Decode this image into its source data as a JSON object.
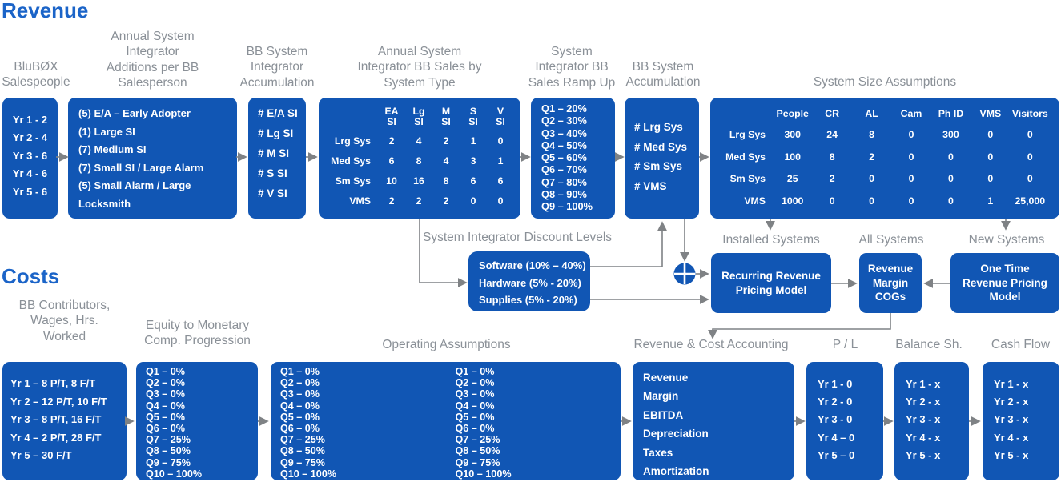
{
  "titles": {
    "revenue": "Revenue",
    "costs": "Costs"
  },
  "colors": {
    "box_blue": "#1156b4",
    "title_blue": "#1b64c8",
    "label_gray": "#8a9097",
    "arrow_gray": "#7f8285"
  },
  "revenue": {
    "salespeople": {
      "label": "BluBØX\nSalespeople",
      "items": [
        "Yr 1 - 2",
        "Yr 2 - 4",
        "Yr 3 - 6",
        "Yr 4 - 6",
        "Yr 5 - 6"
      ]
    },
    "si_additions": {
      "label": "Annual System\nIntegrator\nAdditions per BB\nSalesperson",
      "items": [
        "(5) E/A – Early Adopter",
        "(1) Large SI",
        "(7) Medium SI",
        "(7) Small SI / Large Alarm",
        "(5) Small Alarm / Large Locksmith"
      ]
    },
    "si_accumulation": {
      "label": "BB System\nIntegrator\nAccumulation",
      "items": [
        "# E/A SI",
        "# Lg SI",
        "# M SI",
        "# S SI",
        "# V SI"
      ]
    },
    "sales_by_type": {
      "label": "Annual System\nIntegrator BB Sales by\nSystem Type",
      "table": {
        "columns": [
          "EA\nSI",
          "Lg\nSI",
          "M\nSI",
          "S\nSI",
          "V\nSI"
        ],
        "rows": [
          {
            "label": "Lrg Sys",
            "values": [
              2,
              4,
              2,
              1,
              0
            ]
          },
          {
            "label": "Med Sys",
            "values": [
              6,
              8,
              4,
              3,
              1
            ]
          },
          {
            "label": "Sm Sys",
            "values": [
              10,
              16,
              8,
              6,
              6
            ]
          },
          {
            "label": "VMS",
            "values": [
              2,
              2,
              2,
              0,
              0
            ]
          }
        ]
      }
    },
    "ramp_up": {
      "label": "System\nIntegrator BB\nSales Ramp Up",
      "items": [
        "Q1 – 20%",
        "Q2 – 30%",
        "Q3 – 40%",
        "Q4 – 50%",
        "Q5 – 60%",
        "Q6 – 70%",
        "Q7 – 80%",
        "Q8 – 90%",
        "Q9 – 100%"
      ]
    },
    "bb_accumulation": {
      "label": "BB System\nAccumulation",
      "items": [
        "# Lrg Sys",
        "# Med Sys",
        "# Sm Sys",
        "# VMS"
      ]
    },
    "size_assumptions": {
      "label": "System Size Assumptions",
      "table": {
        "columns": [
          "People",
          "CR",
          "AL",
          "Cam",
          "Ph ID",
          "VMS",
          "Visitors"
        ],
        "rows": [
          {
            "label": "Lrg Sys",
            "values": [
              300,
              24,
              8,
              0,
              300,
              0,
              0
            ]
          },
          {
            "label": "Med Sys",
            "values": [
              100,
              8,
              2,
              0,
              0,
              0,
              0
            ]
          },
          {
            "label": "Sm Sys",
            "values": [
              25,
              2,
              0,
              0,
              0,
              0,
              0
            ]
          },
          {
            "label": "VMS",
            "values": [
              1000,
              0,
              0,
              0,
              0,
              1,
              "25,000"
            ]
          }
        ]
      }
    },
    "discount_levels": {
      "label": "System Integrator Discount Levels",
      "items": [
        "Software (10% – 40%)",
        "Hardware (5% - 20%)",
        "Supplies (5% - 20%)"
      ]
    },
    "installed": {
      "label": "Installed Systems",
      "box": "Recurring Revenue\nPricing Model"
    },
    "all_systems": {
      "label": "All Systems",
      "box": "Revenue\nMargin\nCOGs"
    },
    "new_systems": {
      "label": "New Systems",
      "box": "One Time\nRevenue Pricing\nModel"
    }
  },
  "costs": {
    "contributors": {
      "label": "BB Contributors,\nWages, Hrs.\nWorked",
      "items": [
        "Yr 1 – 8 P/T, 8 F/T",
        "Yr 2 – 12 P/T, 10 F/T",
        "Yr 3 – 8 P/T, 16 F/T",
        "Yr 4 – 2 P/T, 28 F/T",
        "Yr 5 – 30 F/T"
      ]
    },
    "equity": {
      "label": "Equity to Monetary\nComp. Progression",
      "items": [
        "Q1 – 0%",
        "Q2 – 0%",
        "Q3 – 0%",
        "Q4 – 0%",
        "Q5 – 0%",
        "Q6 – 0%",
        "Q7 – 25%",
        "Q8 – 50%",
        "Q9 – 75%",
        "Q10 – 100%"
      ]
    },
    "operating": {
      "label": "Operating Assumptions",
      "col1": [
        "Q1 – 0%",
        "Q2 – 0%",
        "Q3 – 0%",
        "Q4 – 0%",
        "Q5 – 0%",
        "Q6 – 0%",
        "Q7 – 25%",
        "Q8 – 50%",
        "Q9 – 75%",
        "Q10 – 100%"
      ],
      "col2": [
        "Q1 – 0%",
        "Q2 – 0%",
        "Q3 – 0%",
        "Q4 – 0%",
        "Q5 – 0%",
        "Q6 – 0%",
        "Q7 – 25%",
        "Q8 – 50%",
        "Q9 – 75%",
        "Q10 – 100%"
      ]
    },
    "accounting": {
      "label": "Revenue & Cost Accounting",
      "items": [
        "Revenue",
        "Margin",
        "EBITDA",
        "Depreciation",
        "Taxes",
        "Amortization"
      ]
    },
    "pl": {
      "label": "P / L",
      "items": [
        "Yr 1 - 0",
        "Yr 2 - 0",
        "Yr 3 - 0",
        "Yr 4 – 0",
        "Yr 5 – 0"
      ]
    },
    "balance": {
      "label": "Balance Sh.",
      "items": [
        "Yr 1 - x",
        "Yr 2 - x",
        "Yr 3 - x",
        "Yr 4 - x",
        "Yr 5 - x"
      ]
    },
    "cashflow": {
      "label": "Cash Flow",
      "items": [
        "Yr 1 - x",
        "Yr 2 - x",
        "Yr 3 - x",
        "Yr 4 - x",
        "Yr 5 - x"
      ]
    }
  }
}
